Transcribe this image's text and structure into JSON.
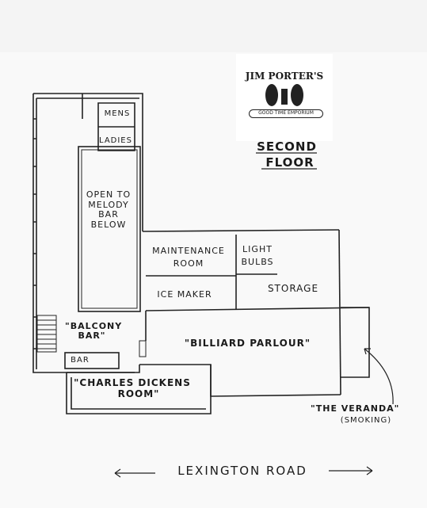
{
  "logo": {
    "name": "JIM PORTER'S",
    "tagline": "GOOD TIME EMPORIUM"
  },
  "floor_title": {
    "line1": "SECOND",
    "line2": "FLOOR"
  },
  "rooms": {
    "mens": "MENS",
    "ladies": "LADIES",
    "open_to": [
      "OPEN TO",
      "MELODY",
      "BAR",
      "BELOW"
    ],
    "maintenance": [
      "MAINTENANCE",
      "ROOM"
    ],
    "light_bulbs": [
      "LIGHT",
      "BULBS"
    ],
    "ice_maker": "ICE MAKER",
    "storage": "STORAGE",
    "balcony_bar": [
      "\"BALCONY",
      "BAR\""
    ],
    "billiard": "\"BILLIARD  PARLOUR\"",
    "bar": "BAR",
    "charles_dickens": [
      "\"CHARLES DICKENS",
      "ROOM\""
    ],
    "veranda": "\"THE VERANDA\"",
    "smoking": "(SMOKING)"
  },
  "street": "LEXINGTON  ROAD"
}
